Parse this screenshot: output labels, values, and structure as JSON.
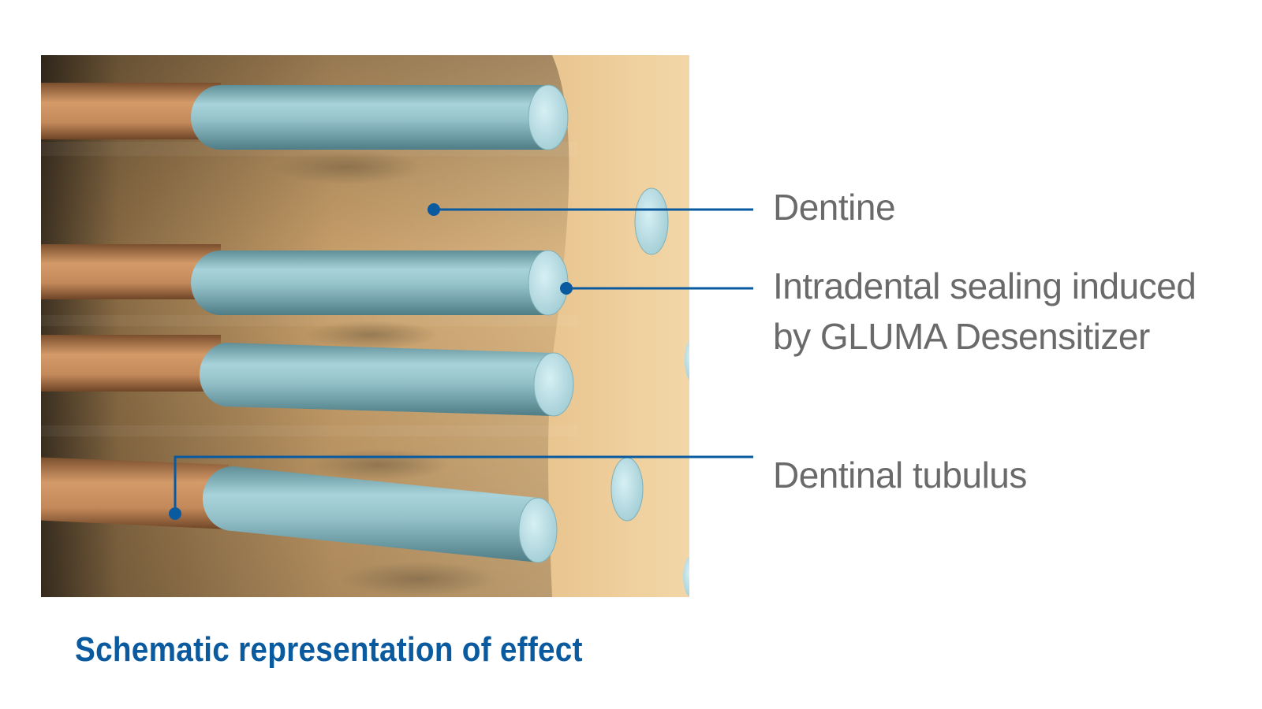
{
  "labels": {
    "dentine": "Dentine",
    "sealing_line1": "Intradental sealing induced",
    "sealing_line2": "by GLUMA Desensitizer",
    "tubulus": "Dentinal tubulus"
  },
  "caption": "Schematic representation of effect",
  "colors": {
    "leader_line": "#0a5aa0",
    "caption": "#0a5aa0",
    "label_text": "#6a6a6a",
    "dentine": "#d9b27f",
    "sealing_plug": "#9cc7cf",
    "tubule": "#c98f5f"
  }
}
